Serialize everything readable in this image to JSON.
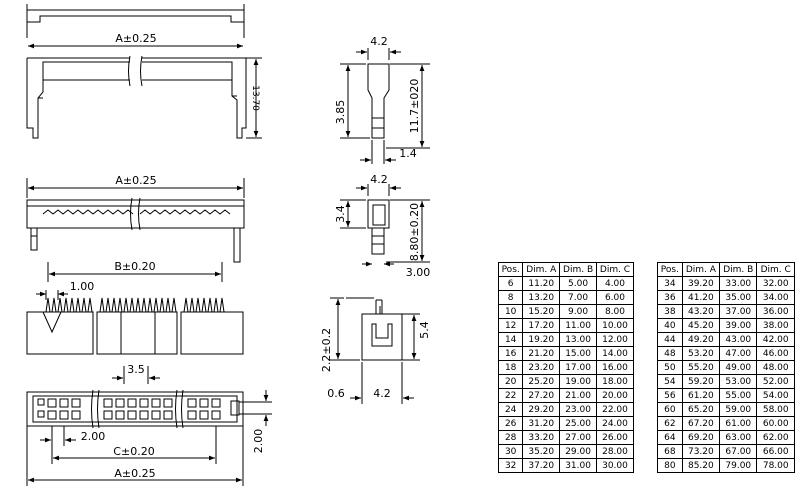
{
  "drawing": {
    "top_view": {
      "dim_a": "A±0.25",
      "dim_height": "13.70"
    },
    "front_view": {
      "dim_a": "A±0.25"
    },
    "pin_view": {
      "dim_b": "B±0.20",
      "dim_pitch": "1.00"
    },
    "bottom_view": {
      "dim_key": "3.5",
      "dim_pitch": "2.00",
      "dim_row": "2.00",
      "dim_c": "C±0.20",
      "dim_a": "A±0.25"
    },
    "side_view_1": {
      "dim_width": "4.2",
      "dim_body": "3.85",
      "dim_height": "11.7±020",
      "dim_base": "1.4"
    },
    "side_view_2": {
      "dim_width": "4.2",
      "dim_body": "3.4",
      "dim_height": "8.80±0.20",
      "dim_base": "3.00"
    },
    "end_view": {
      "dim_height": "5.4",
      "dim_left": "2.2±0.2",
      "dim_offset": "0.6",
      "dim_width": "4.2"
    }
  },
  "table_left": {
    "headers": [
      "Pos.",
      "Dim. A",
      "Dim. B",
      "Dim. C"
    ],
    "rows": [
      [
        "6",
        "11.20",
        "5.00",
        "4.00"
      ],
      [
        "8",
        "13.20",
        "7.00",
        "6.00"
      ],
      [
        "10",
        "15.20",
        "9.00",
        "8.00"
      ],
      [
        "12",
        "17.20",
        "11.00",
        "10.00"
      ],
      [
        "14",
        "19.20",
        "13.00",
        "12.00"
      ],
      [
        "16",
        "21.20",
        "15.00",
        "14.00"
      ],
      [
        "18",
        "23.20",
        "17.00",
        "16.00"
      ],
      [
        "20",
        "25.20",
        "19.00",
        "18.00"
      ],
      [
        "22",
        "27.20",
        "21.00",
        "20.00"
      ],
      [
        "24",
        "29.20",
        "23.00",
        "22.00"
      ],
      [
        "26",
        "31.20",
        "25.00",
        "24.00"
      ],
      [
        "28",
        "33.20",
        "27.00",
        "26.00"
      ],
      [
        "30",
        "35.20",
        "29.00",
        "28.00"
      ],
      [
        "32",
        "37.20",
        "31.00",
        "30.00"
      ]
    ]
  },
  "table_right": {
    "headers": [
      "Pos.",
      "Dim. A",
      "Dim. B",
      "Dim. C"
    ],
    "rows": [
      [
        "34",
        "39.20",
        "33.00",
        "32.00"
      ],
      [
        "36",
        "41.20",
        "35.00",
        "34.00"
      ],
      [
        "38",
        "43.20",
        "37.00",
        "36.00"
      ],
      [
        "40",
        "45.20",
        "39.00",
        "38.00"
      ],
      [
        "44",
        "49.20",
        "43.00",
        "42.00"
      ],
      [
        "48",
        "53.20",
        "47.00",
        "46.00"
      ],
      [
        "50",
        "55.20",
        "49.00",
        "48.00"
      ],
      [
        "54",
        "59.20",
        "53.00",
        "52.00"
      ],
      [
        "56",
        "61.20",
        "55.00",
        "54.00"
      ],
      [
        "60",
        "65.20",
        "59.00",
        "58.00"
      ],
      [
        "62",
        "67.20",
        "61.00",
        "60.00"
      ],
      [
        "64",
        "69.20",
        "63.00",
        "62.00"
      ],
      [
        "68",
        "73.20",
        "67.00",
        "66.00"
      ],
      [
        "80",
        "85.20",
        "79.00",
        "78.00"
      ]
    ]
  }
}
